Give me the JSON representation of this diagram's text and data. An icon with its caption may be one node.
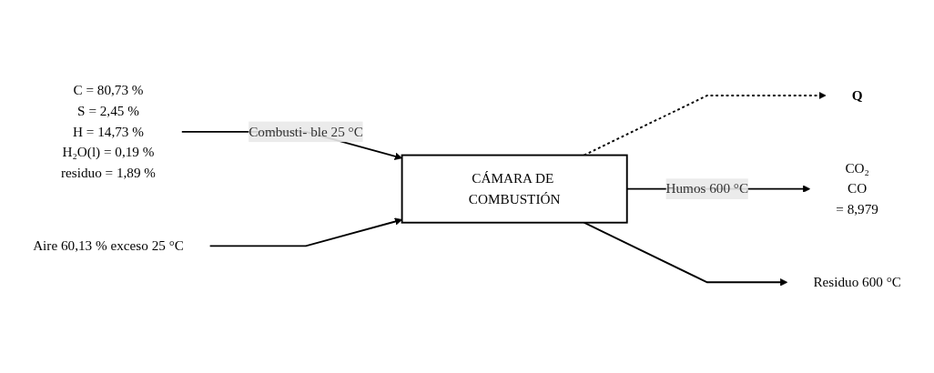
{
  "diagram": {
    "nodes": [
      {
        "text": [
          "C = 80,73 %",
          "S = 2,45 %",
          "H = 14,73 %",
          "H₂O(l) = 0,19 %",
          "residuo = 1,89 %"
        ]
      },
      {
        "text": [
          "Aire 60,13 % exceso 25 °C"
        ]
      },
      {
        "text": [
          "CÁMARA DE COMBUSTIÓN"
        ]
      },
      {
        "text": [
          "Q"
        ]
      },
      {
        "text": [
          "CO₂",
          "CO",
          "= 8,979"
        ]
      },
      {
        "text": [
          "Residuo 600 °C"
        ]
      }
    ],
    "edges": [
      {
        "from": 0,
        "to": 2,
        "arrow": "to",
        "label": "Combusti- ble 25 °C"
      },
      {
        "from": 1,
        "to": 2,
        "arrow": "to"
      },
      {
        "from": 2,
        "to": 3,
        "arrow": "to",
        "style": "dashed"
      },
      {
        "from": 2,
        "to": 4,
        "arrow": "to",
        "label": "Humos 600 °C"
      },
      {
        "from": 2,
        "to": 5,
        "arrow": "to"
      }
    ]
  }
}
